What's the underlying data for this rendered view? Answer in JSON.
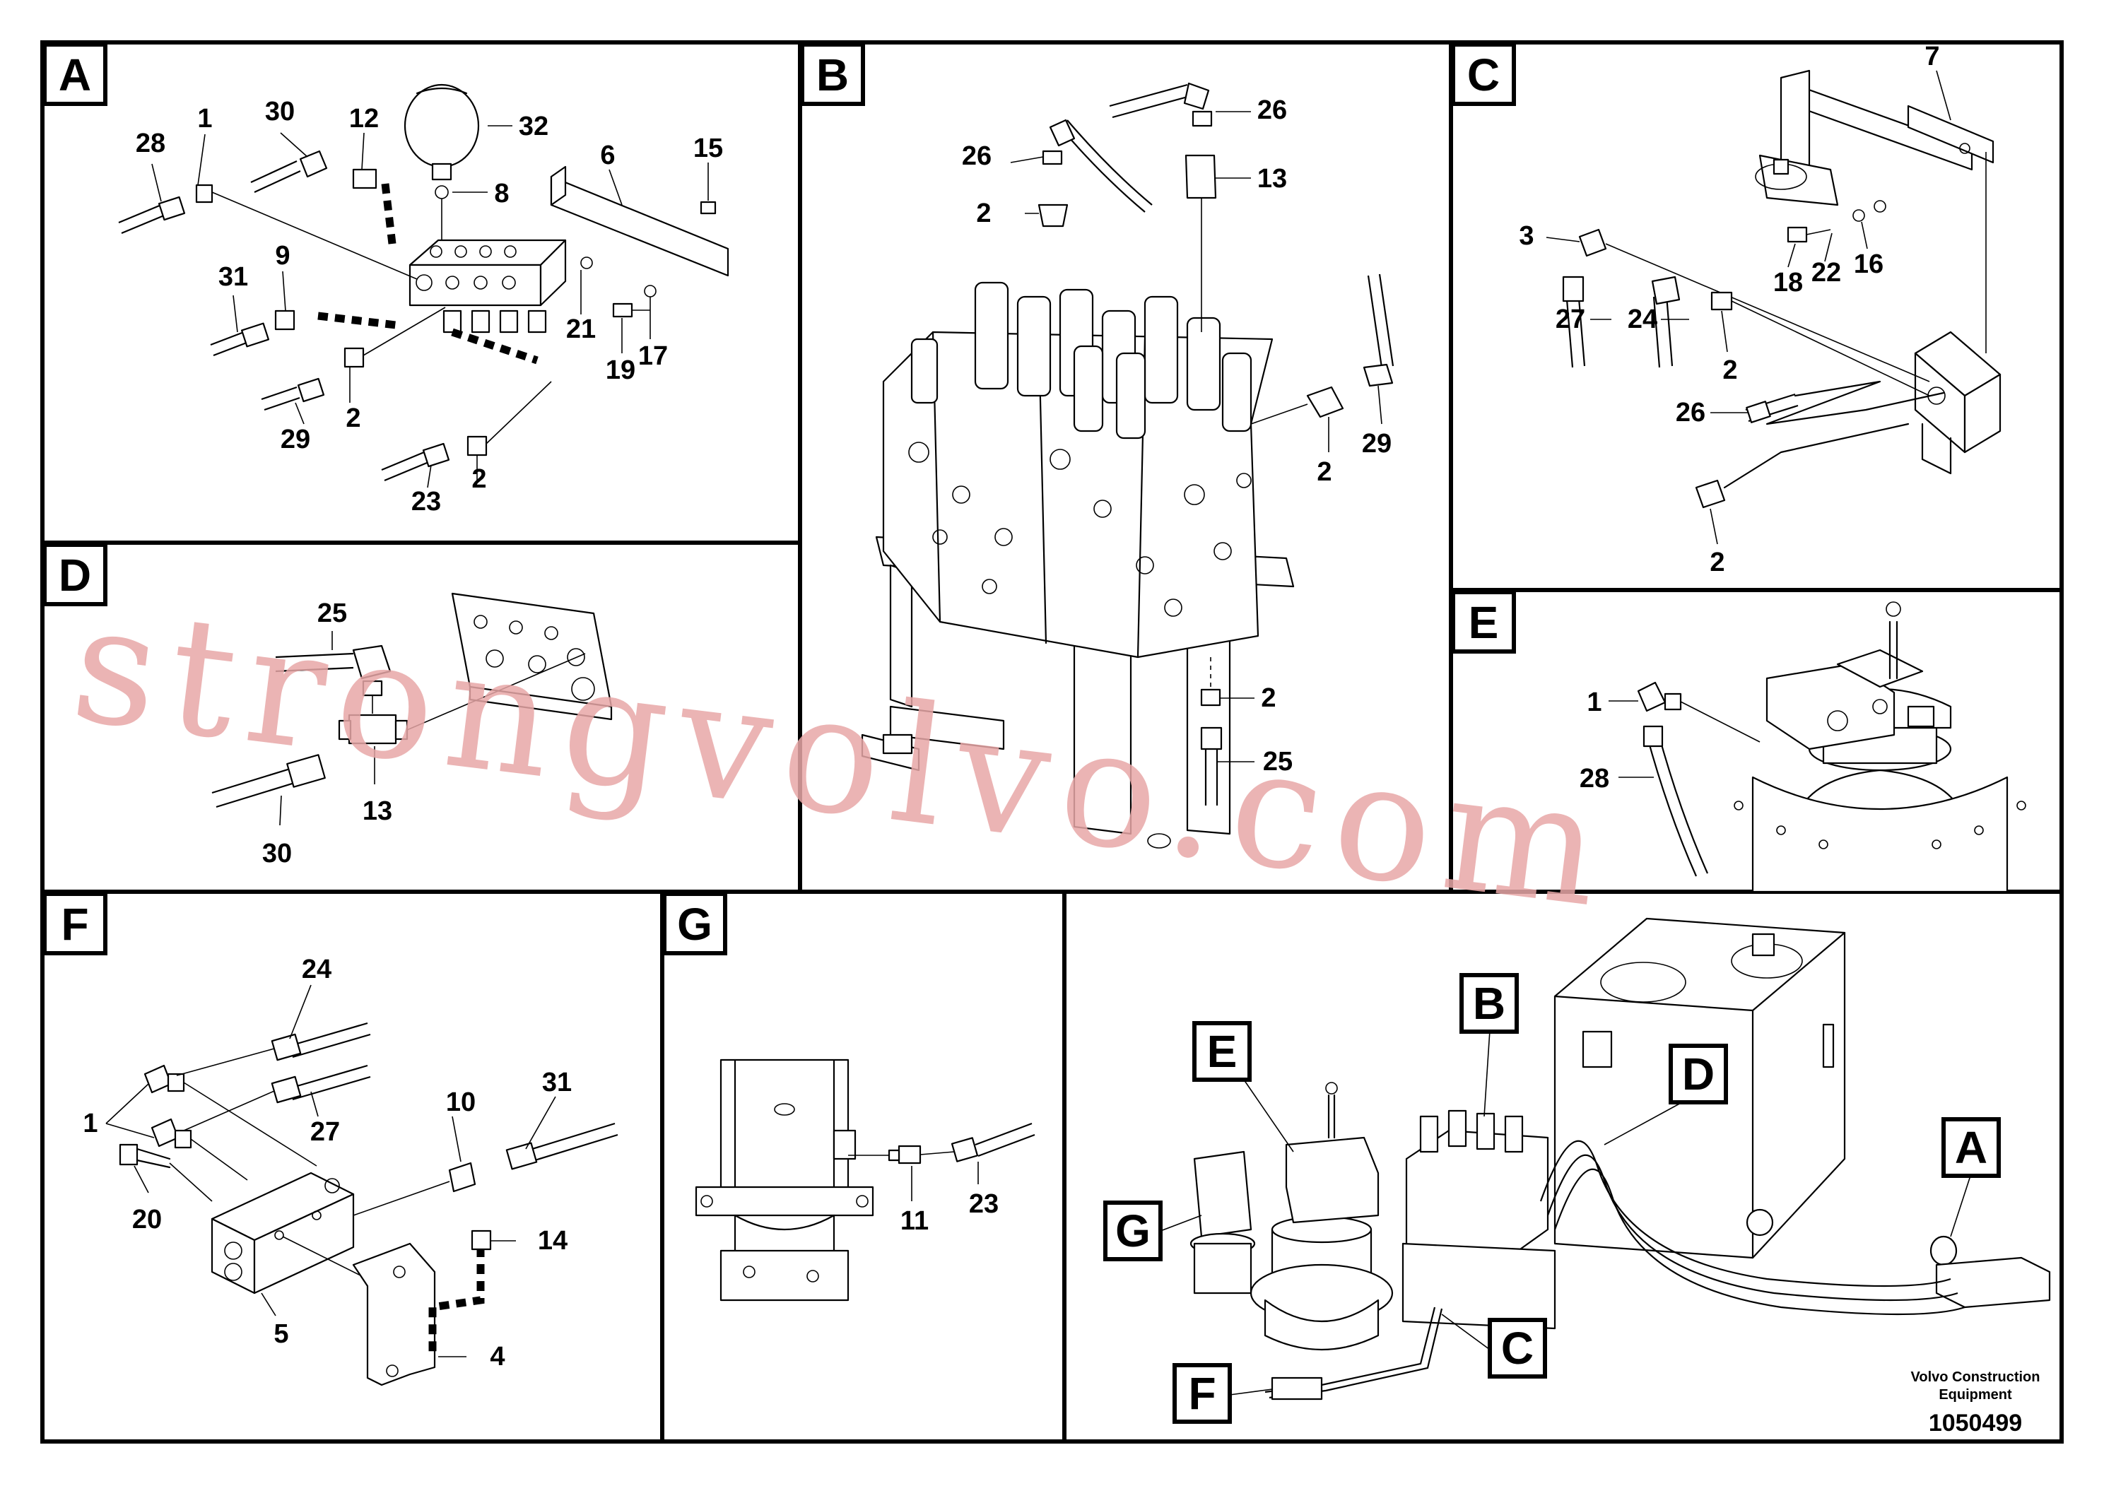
{
  "panels": {
    "A": {
      "label": "A",
      "callouts": [
        "28",
        "1",
        "30",
        "12",
        "32",
        "8",
        "6",
        "15",
        "31",
        "9",
        "21",
        "19",
        "17",
        "29",
        "2",
        "23",
        "2"
      ]
    },
    "B": {
      "label": "B",
      "callouts": [
        "26",
        "26",
        "2",
        "13",
        "2",
        "29",
        "2",
        "25"
      ]
    },
    "C": {
      "label": "C",
      "callouts": [
        "7",
        "3",
        "18",
        "22",
        "16",
        "27",
        "24",
        "2",
        "26",
        "2"
      ]
    },
    "D": {
      "label": "D",
      "callouts": [
        "25",
        "30",
        "13"
      ]
    },
    "E": {
      "label": "E",
      "callouts": [
        "1",
        "28"
      ]
    },
    "F": {
      "label": "F",
      "callouts": [
        "24",
        "27",
        "1",
        "10",
        "31",
        "20",
        "14",
        "5",
        "4"
      ]
    },
    "G": {
      "label": "G",
      "callouts": [
        "23",
        "11"
      ]
    },
    "overview": {
      "labels": [
        "E",
        "B",
        "D",
        "A",
        "G",
        "F",
        "C"
      ]
    }
  },
  "footer": {
    "brand_line1": "Volvo Construction",
    "brand_line2": "Equipment",
    "doc_number": "1050499"
  },
  "watermark": "strongvolvo.com"
}
